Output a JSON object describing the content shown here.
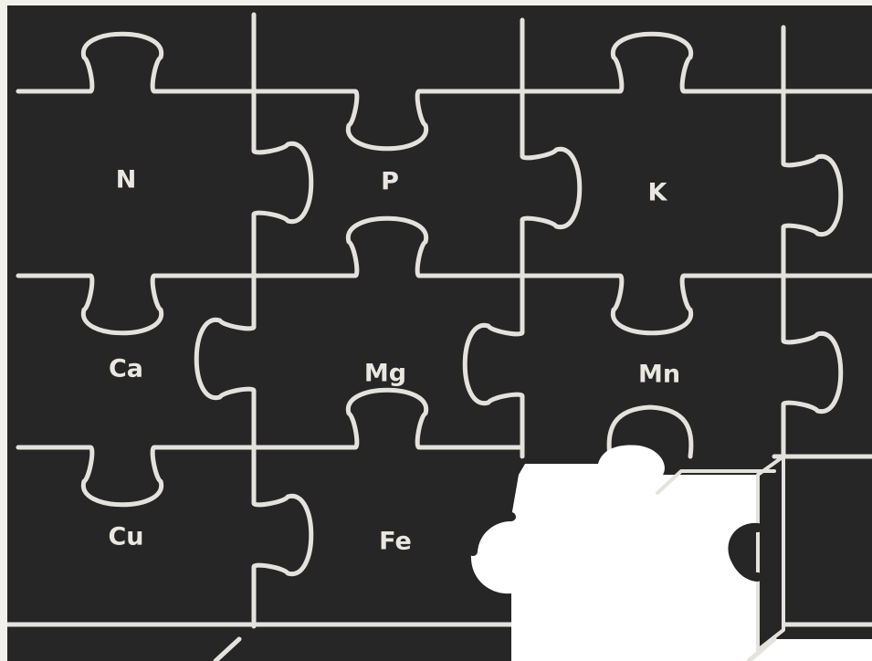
{
  "colors": {
    "board": "#262626",
    "seam": "#e4e2dc",
    "paper": "#f2f0ea",
    "label": "#e9e7e0"
  },
  "pieces": [
    {
      "id": "n",
      "label": "N",
      "row": 0,
      "col": 0
    },
    {
      "id": "p",
      "label": "P",
      "row": 0,
      "col": 1
    },
    {
      "id": "k",
      "label": "K",
      "row": 0,
      "col": 2
    },
    {
      "id": "ca",
      "label": "Ca",
      "row": 1,
      "col": 0
    },
    {
      "id": "mg",
      "label": "Mg",
      "row": 1,
      "col": 1
    },
    {
      "id": "mn",
      "label": "Mn",
      "row": 1,
      "col": 2
    },
    {
      "id": "cu",
      "label": "Cu",
      "row": 2,
      "col": 0
    },
    {
      "id": "fe",
      "label": "Fe",
      "row": 2,
      "col": 1
    }
  ],
  "missing_piece": {
    "row": 2,
    "col": 2
  }
}
